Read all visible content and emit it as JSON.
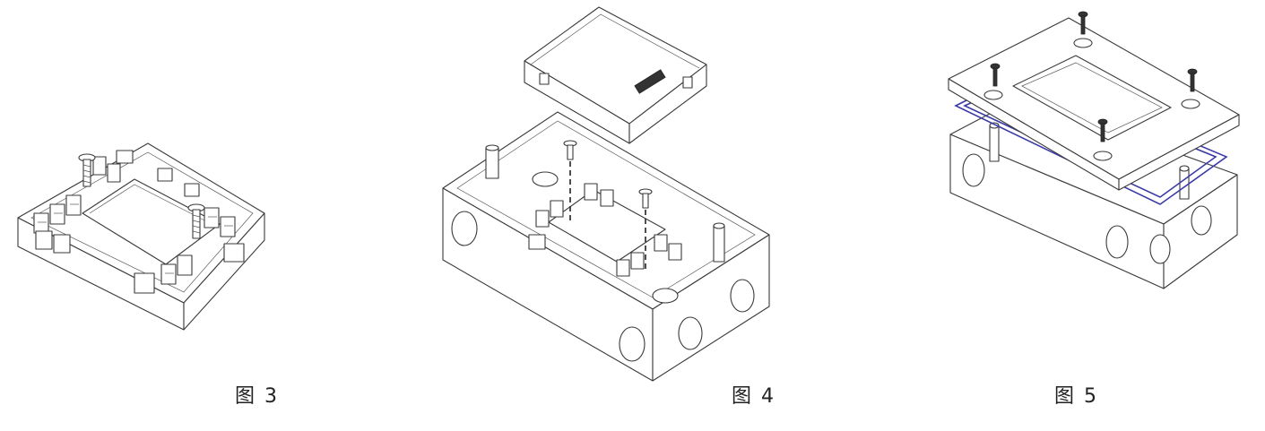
{
  "figures": [
    {
      "caption": "图 3"
    },
    {
      "caption": "图 4"
    },
    {
      "caption": "图 5"
    }
  ],
  "colors": {
    "line": "#3a3a3a",
    "gasket": "#3a3aa8",
    "background": "#ffffff"
  }
}
